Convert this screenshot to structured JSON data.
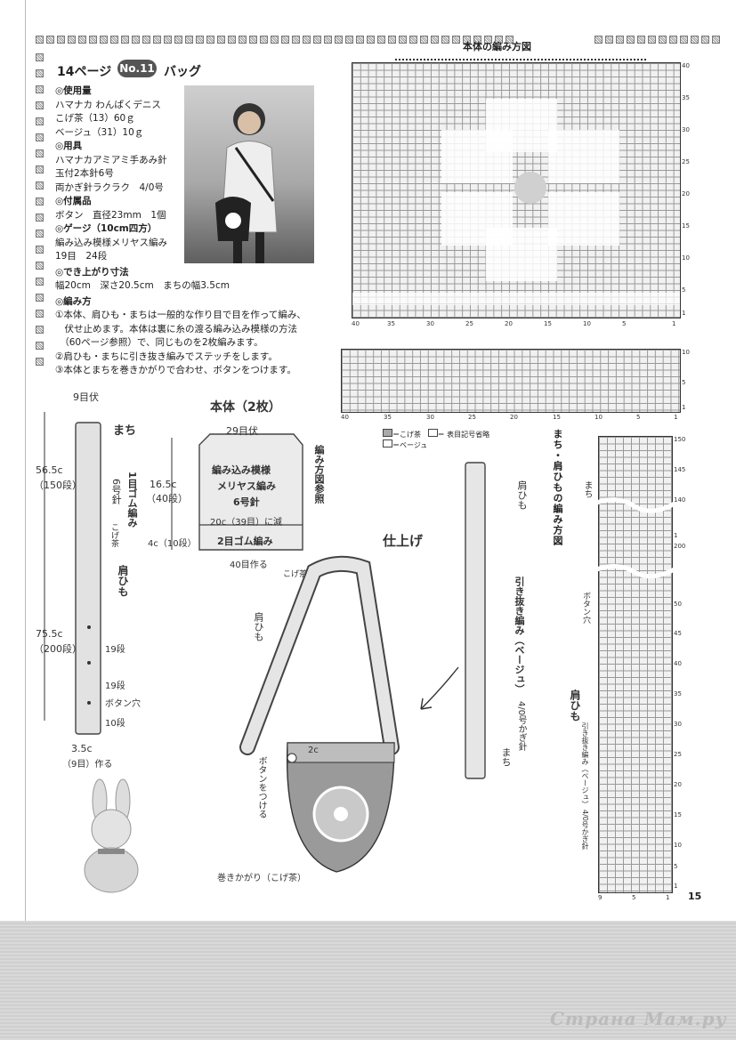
{
  "header": {
    "page": "14ページ",
    "number": "No.11",
    "title": "バッグ"
  },
  "materials": {
    "heading": "◎使用量",
    "lines": [
      "ハマナカ わんぱくデニス",
      "こげ茶（13）60ｇ",
      "ベージュ（31）10ｇ"
    ]
  },
  "tools": {
    "heading": "◎用具",
    "lines": [
      "ハマナカアミアミ手あみ針",
      "玉付2本針6号",
      "両かぎ針ラクラク　4/0号"
    ]
  },
  "notions": {
    "heading": "◎付属品",
    "lines": [
      "ボタン　直径23mm　1個"
    ]
  },
  "gauge": {
    "heading": "◎ゲージ（10cm四方）",
    "lines": [
      "編み込み模様メリヤス編み",
      "19目　24段"
    ]
  },
  "size": {
    "heading": "◎でき上がり寸法",
    "lines": [
      "幅20cm　深さ20.5cm　まちの幅3.5cm"
    ]
  },
  "method": {
    "heading": "◎編み方",
    "lines": [
      "①本体、肩ひも・まちは一般的な作り目で目を作って編み、",
      "　伏せ止めます。本体は裏に糸の渡る編み込み模様の方法",
      "　（60ページ参照）で、同じものを2枚編みます。",
      "②肩ひも・まちに引き抜き編みでステッチをします。",
      "③本体とまちを巻きかがりで合わせ、ボタンをつけます。"
    ]
  },
  "chart_body": {
    "title": "本体の編み方図",
    "x_ticks": [
      "40",
      "35",
      "30",
      "25",
      "20",
      "15",
      "10",
      "5",
      "1"
    ],
    "y_ticks_upper": [
      "40",
      "35",
      "30",
      "25",
      "20",
      "15",
      "10",
      "5",
      "1"
    ],
    "y_ticks_lower": [
      "10",
      "5",
      "1"
    ]
  },
  "legend": {
    "dark": "＝こげ茶",
    "light": "＝ベージュ",
    "note": "＝ 表目記号省略"
  },
  "chart_strap": {
    "title": "まち・肩ひもの編み方図",
    "label_machi": "まち",
    "label_button": "ボタン穴",
    "label_strap": "肩ひも",
    "label_stitch": "引き抜き編み（ベージュ）",
    "label_hook": "4/0号かぎ針",
    "y_ticks": [
      "150",
      "145",
      "140",
      "1",
      "200",
      "50",
      "45",
      "40",
      "35",
      "30",
      "25",
      "20",
      "15",
      "10",
      "5",
      "1"
    ],
    "x_ticks": [
      "9",
      "5",
      "1"
    ]
  },
  "diagram_strap": {
    "width": "9目伏",
    "label_machi": "まち",
    "length_upper": "56.5c",
    "rows_upper": "（150段）",
    "rib": "1目ゴム編み",
    "needle": "6号針",
    "color": "こげ茶",
    "label_strap": "肩ひも",
    "length_lower": "75.5c",
    "rows_lower": "（200段）",
    "rows_a": "19段",
    "rows_b": "19段",
    "button_hole": "ボタン穴",
    "rows_c": "10段",
    "cast_width": "3.5c",
    "cast_stitches": "（9目）作る"
  },
  "diagram_body": {
    "title": "本体（2枚）",
    "top": "29目伏",
    "pattern1": "編み込み模様",
    "pattern2": "メリヤス編み",
    "needle": "6号針",
    "height": "16.5c",
    "rows": "（40段）",
    "decrease": "20c（39目）に減",
    "rib": "2目ゴム編み",
    "rib_height": "4c（10段）",
    "cast": "40目作る",
    "color": "こげ茶",
    "ref": "編み方図参照"
  },
  "diagram_finish": {
    "title": "仕上げ",
    "strap": "肩ひも",
    "stitch": "引き抜き編み（ベージュ）",
    "hook": "4/0号かぎ針",
    "machi": "まち",
    "dim": "2c",
    "button": "ボタンをつける",
    "whip": "巻きかがり（こげ茶）",
    "strap_top": "肩ひも"
  },
  "page_number": "15",
  "watermark": "Страна Мам.ру"
}
